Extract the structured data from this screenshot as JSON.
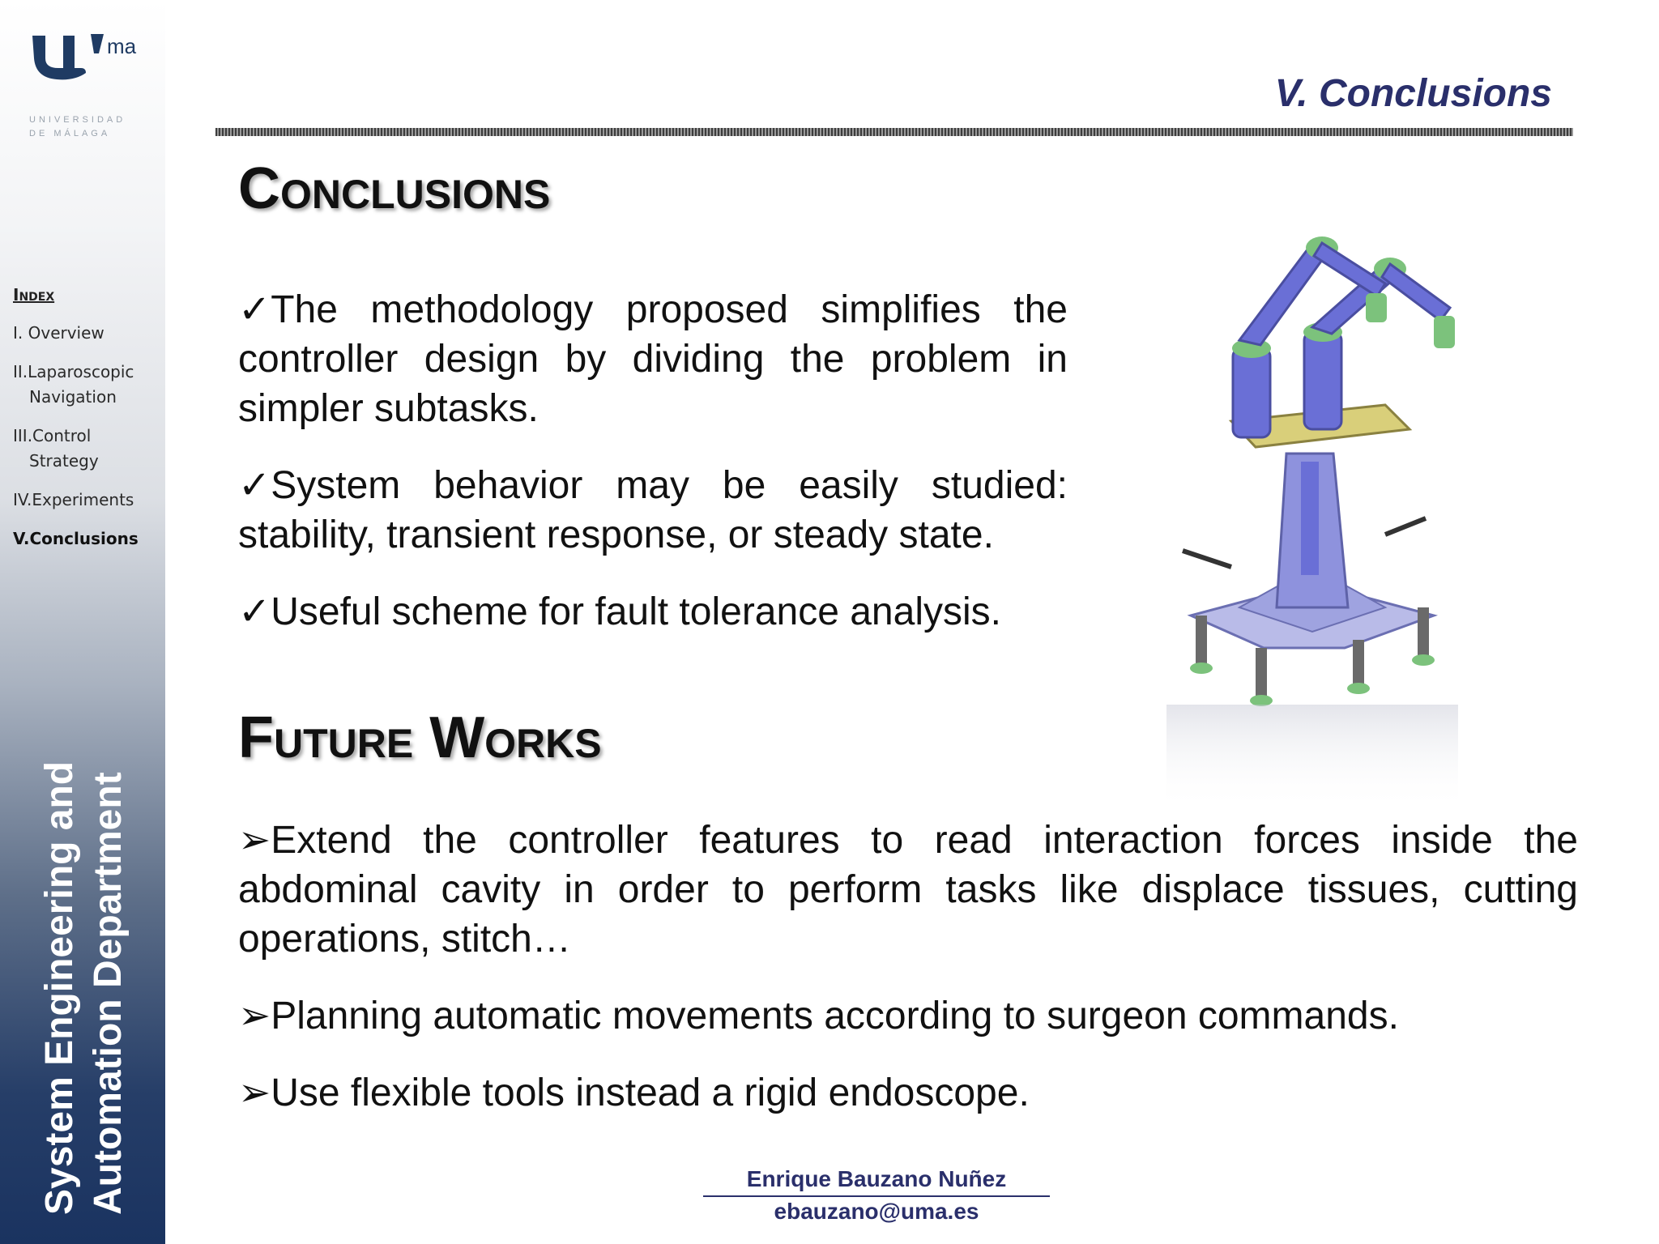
{
  "logo": {
    "text": "ma",
    "subtitle_line1": "UNIVERSIDAD",
    "subtitle_line2": "DE MÁLAGA"
  },
  "index": {
    "title": "Index",
    "items": [
      {
        "line1": "I. Overview",
        "line2": ""
      },
      {
        "line1": "II.Laparoscopic",
        "line2": "Navigation"
      },
      {
        "line1": "III.Control",
        "line2": "Strategy"
      },
      {
        "line1": "IV.Experiments",
        "line2": ""
      },
      {
        "line1": "V.Conclusions",
        "line2": ""
      }
    ],
    "active_index": 4
  },
  "department": {
    "line1": "System Engineering and",
    "line2": "Automation Department"
  },
  "section_title": "V. Conclusions",
  "conclusions": {
    "heading": "Conclusions",
    "bullet_symbol": "✓",
    "items": [
      "The methodology proposed simplifies the controller design by dividing the problem in simpler subtasks.",
      "System behavior may be easily studied: stability, transient response, or steady state.",
      "Useful scheme for fault tolerance analysis."
    ]
  },
  "future_works": {
    "heading": "Future Works",
    "bullet_symbol": "➢",
    "items": [
      "Extend the controller features to read interaction forces inside the abdominal cavity in order to perform tasks like displace tissues, cutting operations, stitch…",
      "Planning automatic movements according to surgeon commands.",
      "Use flexible tools instead a rigid endoscope."
    ]
  },
  "footer": {
    "name": "Enrique Bauzano Nuñez",
    "email": "ebauzano@uma.es"
  },
  "colors": {
    "title": "#2a2f6b",
    "sidebar_bottom": "#1a3360",
    "robot_body": "#6a6fd6",
    "robot_joint": "#7cc27c"
  }
}
